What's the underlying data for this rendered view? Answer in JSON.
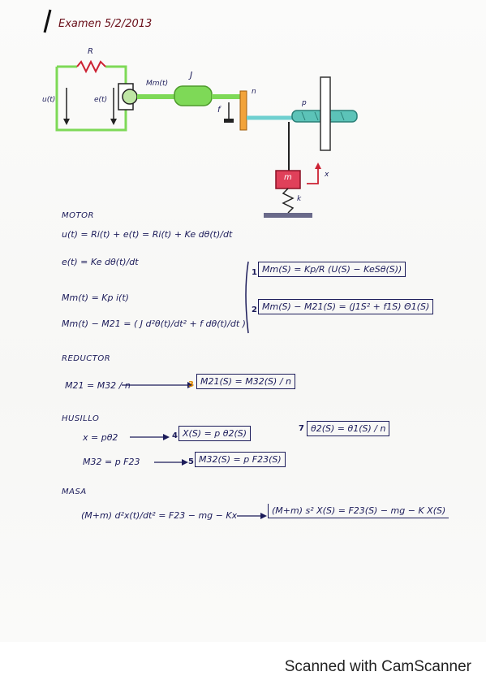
{
  "header": {
    "title": "Examen 5/2/2013"
  },
  "diagram": {
    "labels": {
      "R": "R",
      "u": "u(t)",
      "e": "e(t)",
      "Mm": "Mm(t)",
      "J": "J",
      "f": "f",
      "n": "n",
      "p": "p",
      "m": "m",
      "k": "k",
      "x": "x"
    }
  },
  "sections": {
    "motor": {
      "title": "MOTOR",
      "eq1": "u(t) = Ri(t) + e(t) = Ri(t) + Ke dθ(t)/dt",
      "eq2": "e(t) = Ke dθ(t)/dt",
      "eq3": "Mm(t) = Kp i(t)",
      "eq4": "Mm(t) − M21 = ( J d²θ(t)/dt² + f dθ(t)/dt )",
      "box1_num": "1",
      "box1": "Mm(S) = Kp/R (U(S) − KeSθ(S))",
      "box2_num": "2",
      "box2": "Mm(S) − M21(S) = (J1S² + f1S) Θ1(S)"
    },
    "reductor": {
      "title": "REDUCTOR",
      "eq1": "M21 = M32 / n",
      "box3_num": "3",
      "box3": "M21(S) = M32(S) / n"
    },
    "husillo": {
      "title": "HUSILLO",
      "eq1": "x = pθ2",
      "eq2": "M32 = p F23",
      "box4_num": "4",
      "box4": "X(S) = p θ2(S)",
      "box5_num": "5",
      "box5": "M32(S) = p F23(S)",
      "box7_num": "7",
      "box7": "θ2(S) = θ1(S) / n"
    },
    "masa": {
      "title": "MASA",
      "eq1": "(M+m) d²x(t)/dt² = F23 − mg − Kx",
      "box6": "(M+m) s² X(S) = F23(S) − mg − K X(S)"
    }
  },
  "footer": {
    "text": "Scanned with CamScanner"
  }
}
